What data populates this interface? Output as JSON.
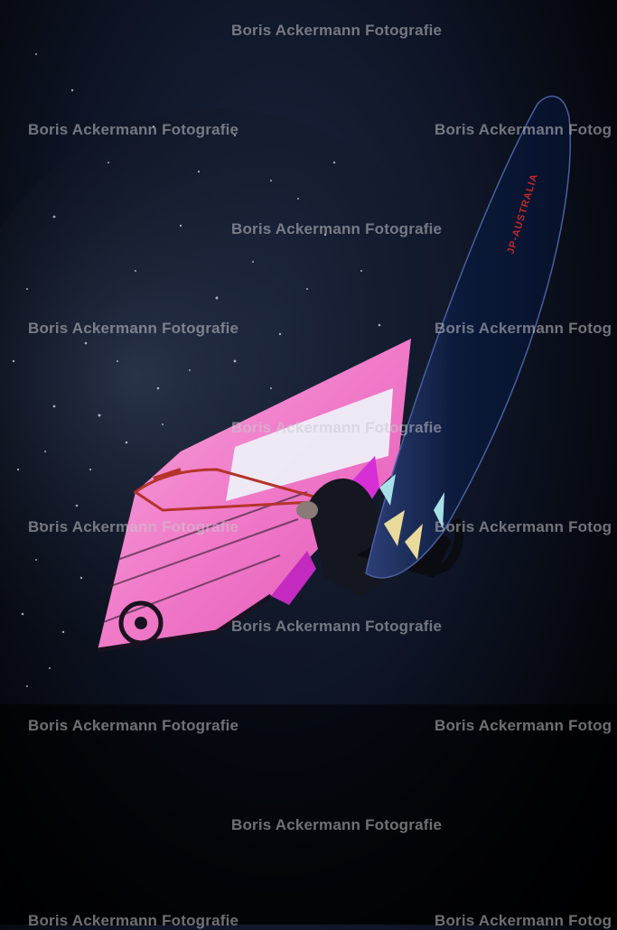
{
  "watermark": {
    "text": "Boris Ackermann Fotografie",
    "text_cut": "Boris Ackermann Fotog"
  },
  "board": {
    "brand": "JP-AUSTRALIA"
  },
  "colors": {
    "sail_pink": "#f06cc8",
    "sail_magenta": "#d62fd6",
    "board_navy": "#0b1a3a",
    "boom_red": "#b5332a"
  }
}
